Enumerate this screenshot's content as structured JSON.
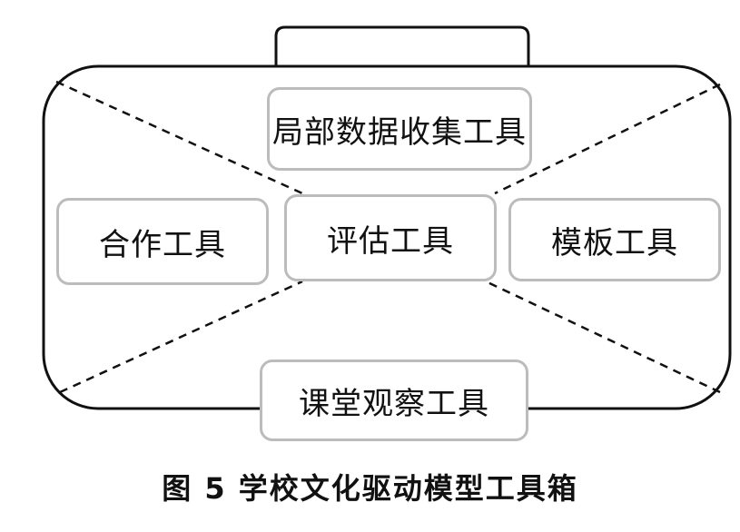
{
  "diagram": {
    "tools": {
      "top": "局部数据收集工具",
      "left": "合作工具",
      "center": "评估工具",
      "right": "模板工具",
      "bottom": "课堂观察工具"
    },
    "caption": "图 5  学校文化驱动模型工具箱",
    "colors": {
      "outline": "#111111",
      "box_border": "#bcbcbc",
      "text": "#111111"
    }
  }
}
